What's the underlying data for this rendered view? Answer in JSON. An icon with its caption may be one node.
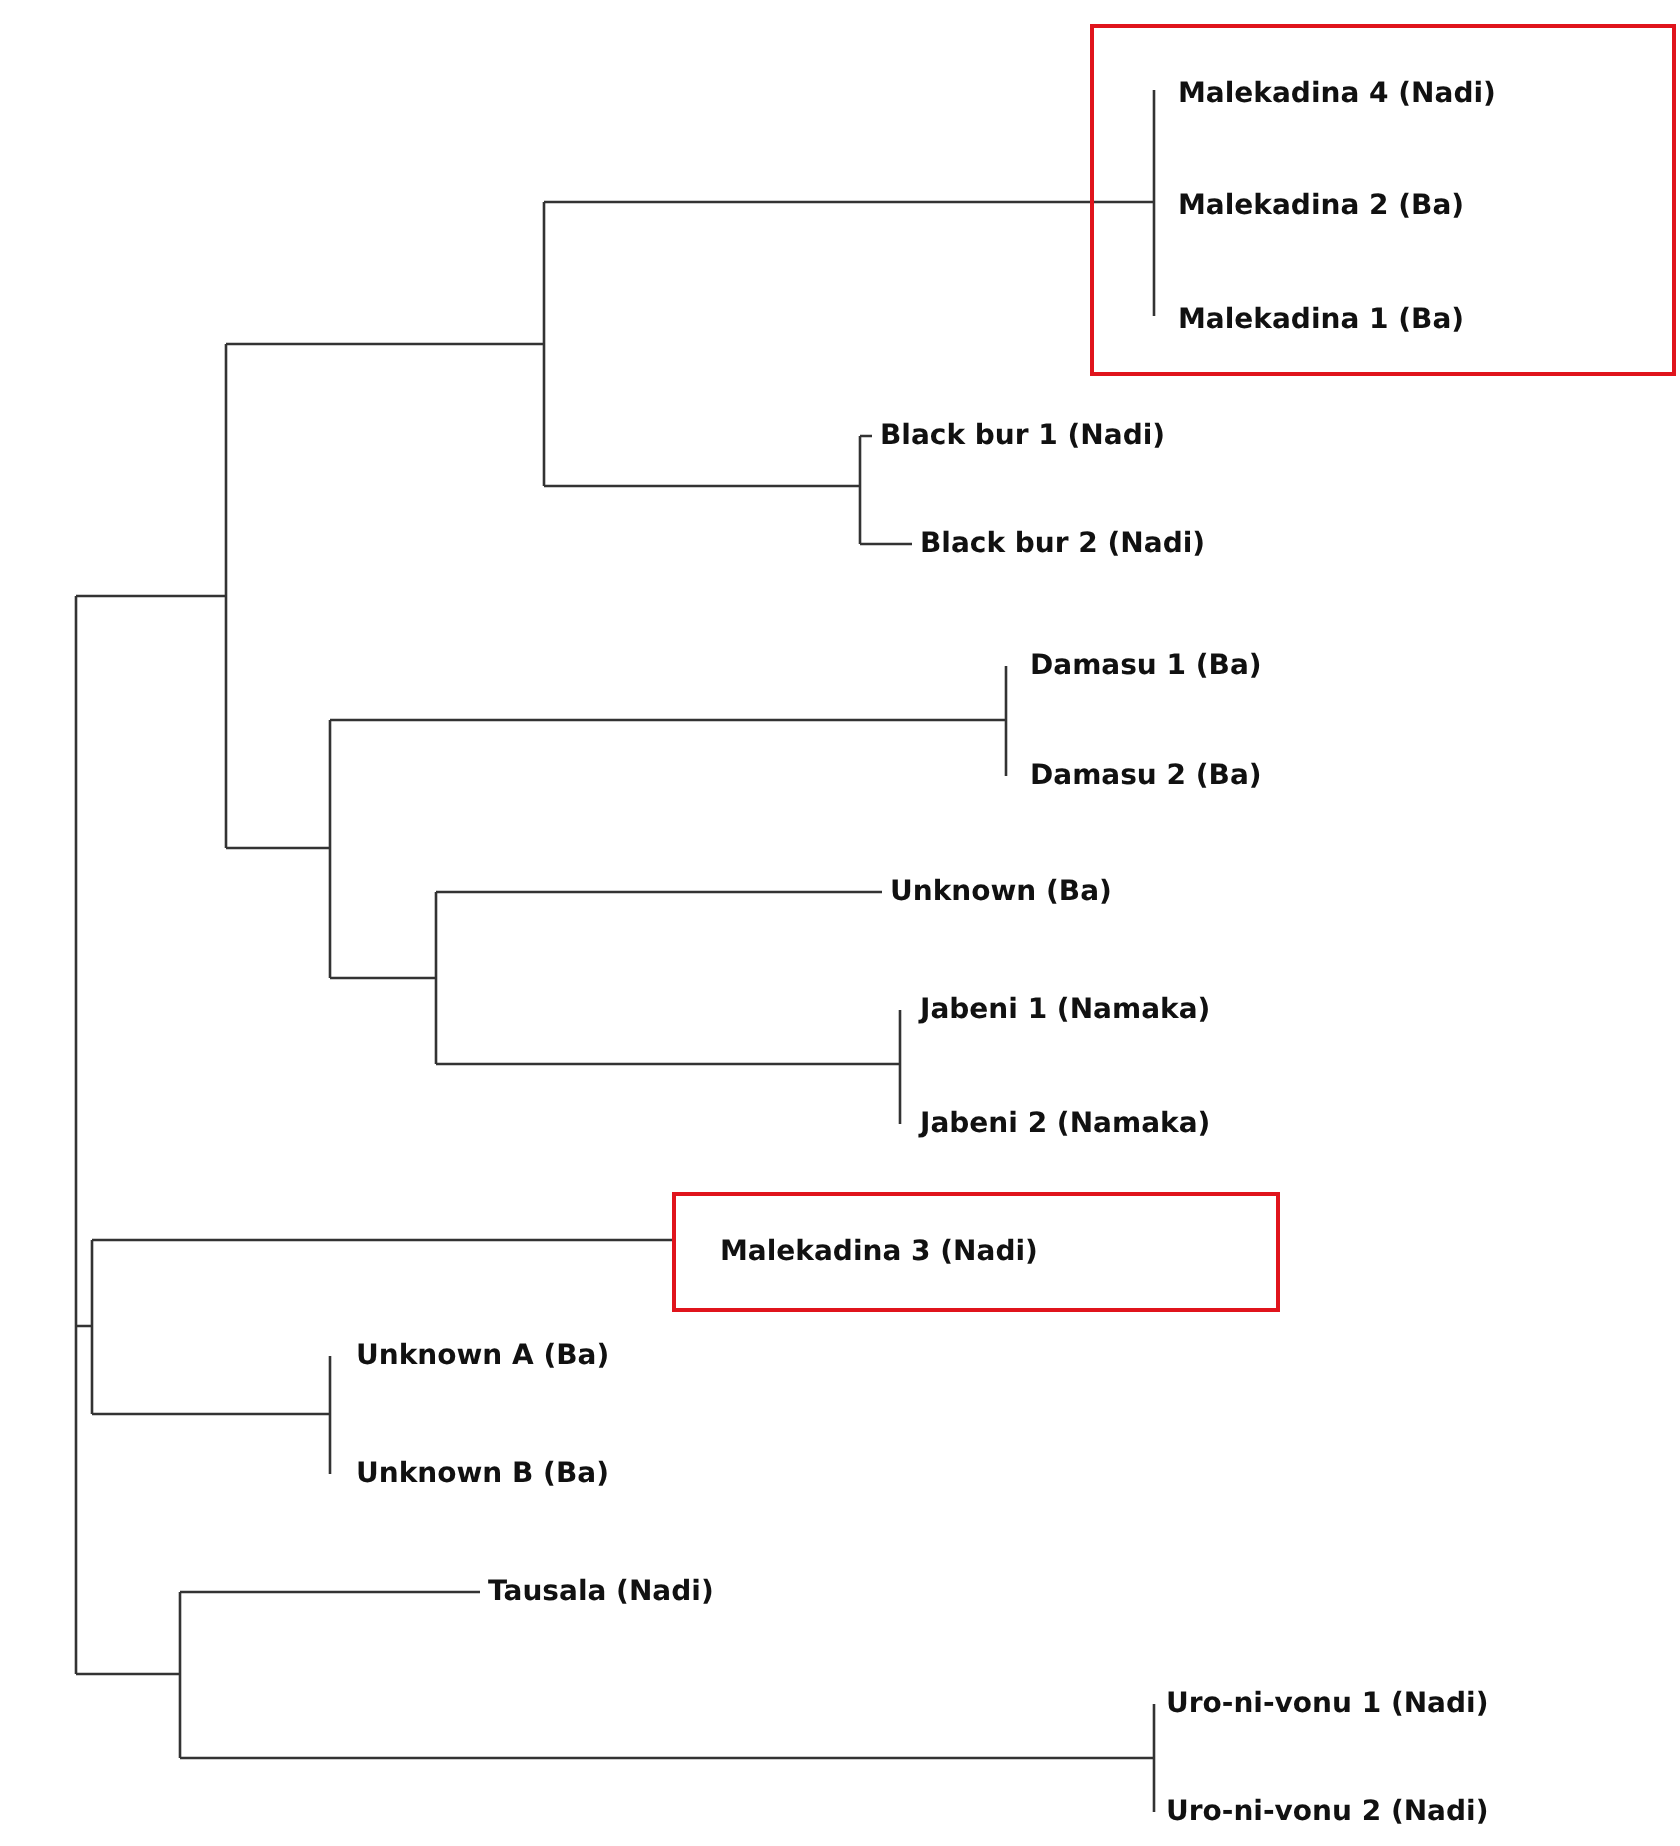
{
  "diagram": {
    "nodes": [
      {
        "text": [],
        "shape": "box"
      },
      {
        "text": [
          "Malekadina 4 (Nadi)"
        ],
        "in": 0
      },
      {
        "text": [
          "Malekadina 2 (Ba)"
        ],
        "in": 0
      },
      {
        "text": [
          "Malekadina 1 (Ba)"
        ],
        "in": 0
      },
      {
        "text": [
          "Black bur 1 (Nadi)"
        ]
      },
      {
        "text": [
          "Black bur 2 (Nadi)"
        ]
      },
      {
        "text": [
          "Damasu 1 (Ba)"
        ]
      },
      {
        "text": [
          "Damasu 2 (Ba)"
        ]
      },
      {
        "text": [
          "Unknown (Ba)"
        ]
      },
      {
        "text": [
          "Jabeni 1 (Namaka)"
        ]
      },
      {
        "text": [
          "Jabeni 2 (Namaka)"
        ]
      },
      {
        "text": [
          "Malekadina 3 (Nadi)"
        ]
      },
      {
        "text": [
          "Unknown A (Ba)"
        ]
      },
      {
        "text": [
          "Unknown B (Ba)"
        ]
      },
      {
        "text": [
          "Tausala (Nadi)"
        ]
      },
      {
        "text": [
          "Uro-ni-vonu 1 (Nadi)"
        ]
      },
      {
        "text": [
          "Uro-ni-vonu 2 (Nadi)"
        ]
      }
    ]
  }
}
